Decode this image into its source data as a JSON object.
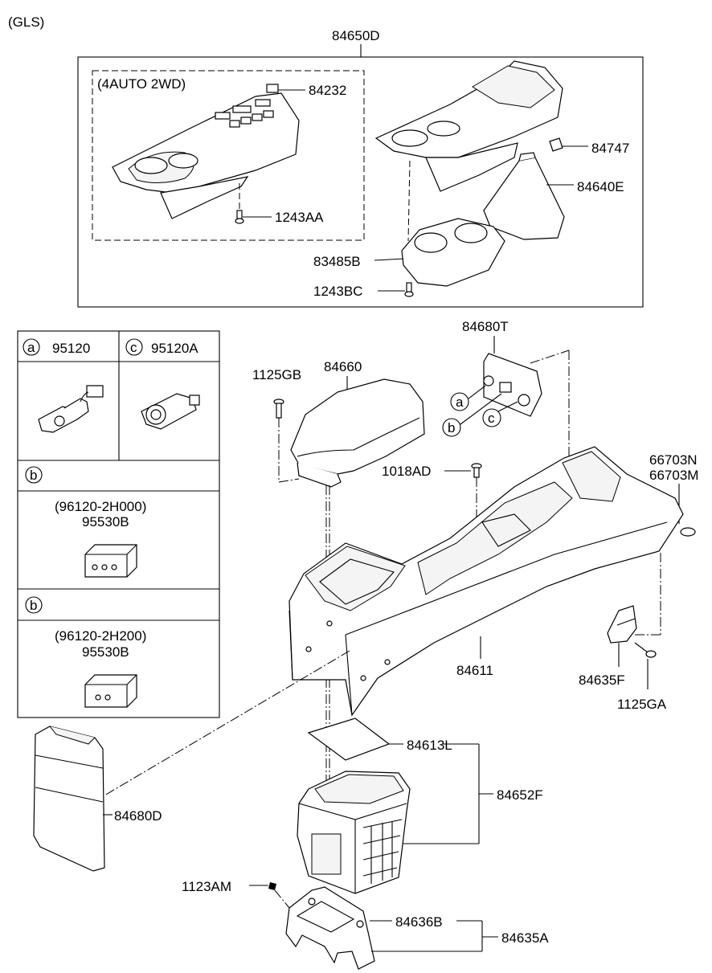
{
  "variant_label": "(GLS)",
  "assembly_label": "84650D",
  "subassembly_label": "(4AUTO 2WD)",
  "parts": {
    "p84232": "84232",
    "p1243AA": "1243AA",
    "p84747": "84747",
    "p84640E": "84640E",
    "p83485B": "83485B",
    "p1243BC": "1243BC",
    "p84680T": "84680T",
    "p1125GB": "1125GB",
    "p84660": "84660",
    "p1018AD": "1018AD",
    "p66703N": "66703N",
    "p66703M": "66703M",
    "p84611": "84611",
    "p84635F": "84635F",
    "p1125GA": "1125GA",
    "p84613L": "84613L",
    "p84652F": "84652F",
    "p84680D": "84680D",
    "p1123AM": "1123AM",
    "p84636B": "84636B",
    "p84635A": "84635A"
  },
  "callouts": {
    "a": "a",
    "b": "b",
    "c": "c"
  },
  "legend": {
    "a_code": "95120",
    "c_code": "95120A",
    "b1_part": "(96120-2H000)",
    "b1_code": "95530B",
    "b2_part": "(96120-2H200)",
    "b2_code": "95530B"
  }
}
